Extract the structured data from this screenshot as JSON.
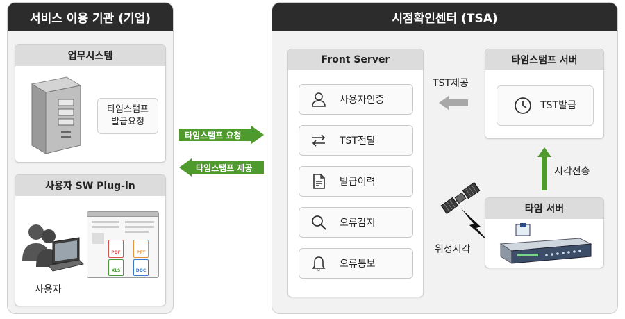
{
  "left_panel": {
    "title": "서비스 이용 기관 (기업)",
    "business_system": {
      "title": "업무시스템",
      "request_label_line1": "타임스탬프",
      "request_label_line2": "발급요청"
    },
    "plugin": {
      "title": "사용자 SW Plug-in",
      "user_label": "사용자",
      "file_types": [
        "PDF",
        "PPT",
        "XLS",
        "DOC"
      ]
    }
  },
  "flows": {
    "request": "타임스탬프 요청",
    "provide": "타임스탬프 제공"
  },
  "right_panel": {
    "title": "시점확인센터 (TSA)",
    "front_server": {
      "title": "Front Server",
      "items": [
        {
          "label": "사용자인증",
          "icon": "user-icon"
        },
        {
          "label": "TST전달",
          "icon": "transfer-arrows-icon"
        },
        {
          "label": "발급이력",
          "icon": "document-icon"
        },
        {
          "label": "오류감지",
          "icon": "magnifier-icon"
        },
        {
          "label": "오류통보",
          "icon": "bell-icon"
        }
      ]
    },
    "timestamp_server": {
      "title": "타임스탬프 서버",
      "issue_label": "TST발급"
    },
    "time_server": {
      "title": "타임 서버"
    },
    "tst_provide": "TST제공",
    "time_transfer": "시각전송",
    "satellite_time": "위성시각"
  },
  "colors": {
    "header_bg": "#2c2c2c",
    "green_arrow": "#4e9a2c",
    "gray_arrow": "#a8a8a8"
  }
}
